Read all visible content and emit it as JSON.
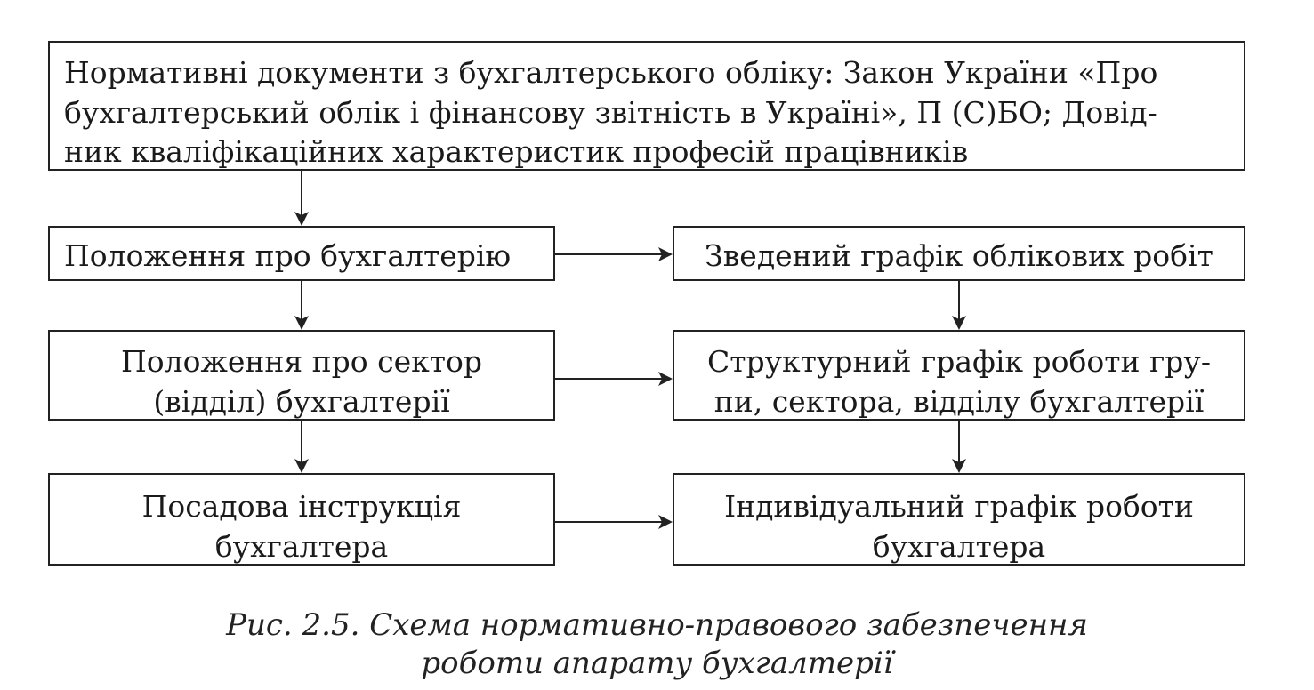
{
  "diagram": {
    "boxes": {
      "normative_docs": {
        "lines": [
          "Нормативні документи з бухгалтерського обліку: Закон України «Про",
          "бухгалтерський облік і фінансову звітність в Україні», П (С)БО; Довід-",
          "ник кваліфікаційних характеристик професій працівників"
        ]
      },
      "accounting_regulation": {
        "lines": [
          "Положення про бухгалтерію"
        ]
      },
      "consolidated_schedule": {
        "lines": [
          "Зведений графік облікових робіт"
        ]
      },
      "sector_regulation": {
        "lines": [
          "Положення про сектор",
          "(відділ) бухгалтерії"
        ]
      },
      "structural_schedule": {
        "lines": [
          "Структурний графік роботи гру-",
          "пи, сектора, відділу бухгалтерії"
        ]
      },
      "job_description": {
        "lines": [
          "Посадова інструкція",
          "бухгалтера"
        ]
      },
      "individual_schedule": {
        "lines": [
          "Індивідуальний графік роботи",
          "бухгалтера"
        ]
      }
    },
    "caption": {
      "line1": "Рис. 2.5. Схема нормативно-правового забезпечення",
      "line2": "роботи апарату бухгалтерії"
    }
  }
}
